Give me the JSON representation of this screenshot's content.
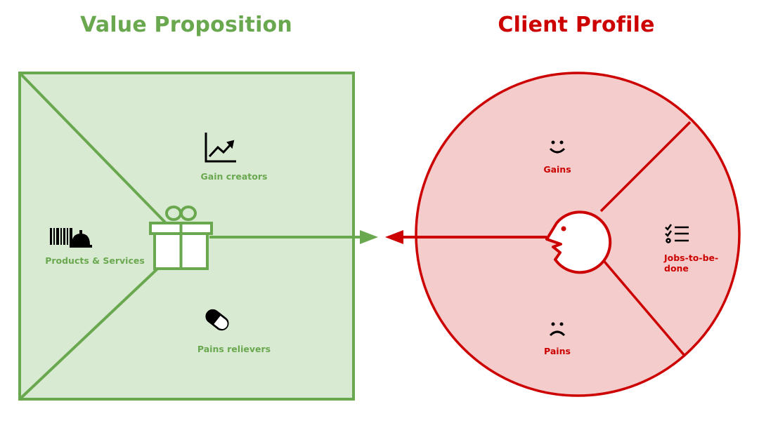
{
  "value_proposition": {
    "title": "Value Proposition",
    "sections": {
      "gain_creators": "Gain creators",
      "products_services": "Products & Services",
      "pain_relievers": "Pains relievers"
    },
    "icons": {
      "gain_creators": "chart-trend-up-icon",
      "products_services": "barcode-and-service-bell-icon",
      "pain_relievers": "pill-icon",
      "center": "gift-box-icon"
    }
  },
  "client_profile": {
    "title": "Client Profile",
    "sections": {
      "gains": "Gains",
      "jobs": [
        "Jobs-to-be-",
        "done"
      ],
      "pains": "Pains"
    },
    "icons": {
      "gains": "smiley-face-icon",
      "jobs": "checklist-icon",
      "pains": "sad-face-icon",
      "center": "customer-head-icon"
    }
  },
  "colors": {
    "green_stroke": "#6aa84f",
    "green_fill": "#d9ead3",
    "red_stroke": "#cc0000",
    "red_fill": "#f4cccc"
  }
}
